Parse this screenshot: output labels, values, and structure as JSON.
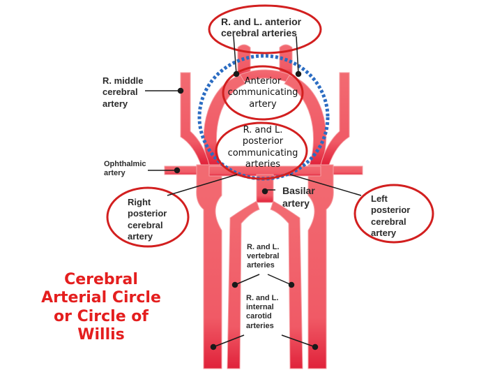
{
  "labels": {
    "anterior_cerebral": "R. and L. anterior\ncerebral arteries",
    "anterior_communicating": "Anterior\ncommunicating\nartery",
    "middle_cerebral": "R. middle\ncerebral\nartery",
    "posterior_communicating": "R. and L.\nposterior\ncommunicating\narteries",
    "ophthalmic": "Ophthalmic\nartery",
    "basilar": "Basilar\nartery",
    "right_posterior_cerebral": "Right\nposterior\ncerebral\nartery",
    "left_posterior_cerebral": "Left\nposterior\ncerebral\nartery",
    "vertebral": "R. and L.\nvertebral\narteries",
    "internal_carotid": "R. and L.\ninternal\ncarotid\narteries"
  },
  "caption": "Cerebral\nArterial Circle\nor Circle of\nWillis",
  "colors": {
    "artery_fill": "#f26b72",
    "artery_light": "#f7a3a8",
    "artery_deep": "#e0223a",
    "highlight_circle": "#d21f1f",
    "dotted_circle": "#2b6cc2",
    "caption": "#e41e1e"
  }
}
